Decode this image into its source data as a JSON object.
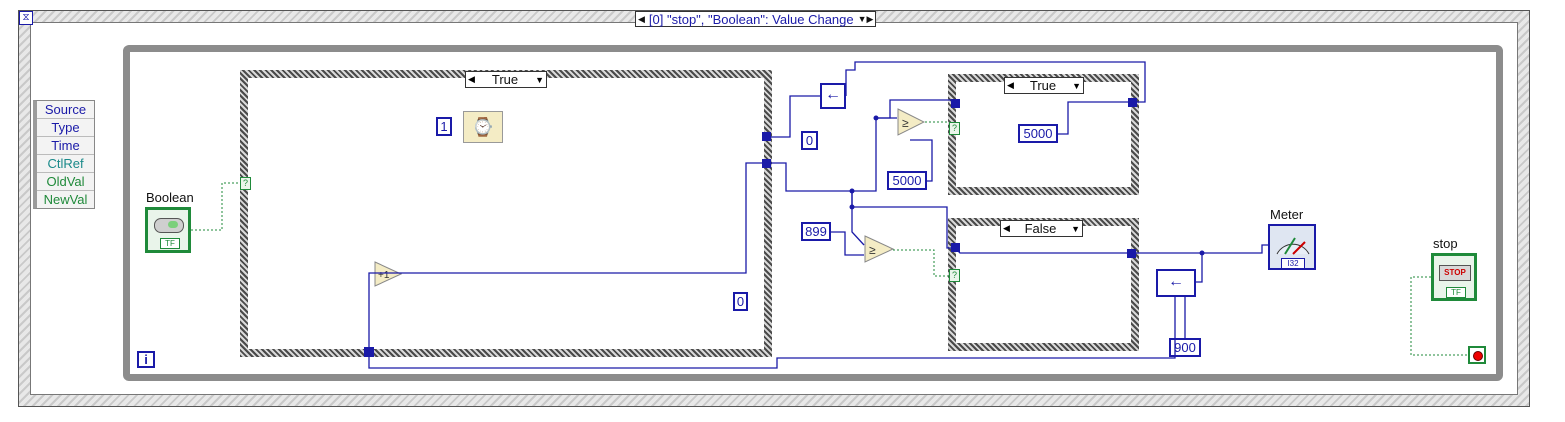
{
  "event_structure": {
    "selector_label": "[0] \"stop\", \"Boolean\": Value Change"
  },
  "event_data": {
    "fields": [
      {
        "label": "Source",
        "color": "blue"
      },
      {
        "label": "Type",
        "color": "blue"
      },
      {
        "label": "Time",
        "color": "blue"
      },
      {
        "label": "CtlRef",
        "color": "teal"
      },
      {
        "label": "OldVal",
        "color": "green"
      },
      {
        "label": "NewVal",
        "color": "green"
      }
    ]
  },
  "controls": {
    "boolean_label": "Boolean",
    "boolean_badge": "TF",
    "stop_label": "stop",
    "stop_button_text": "STOP",
    "stop_badge": "TF",
    "meter_label": "Meter",
    "meter_badge": "I32"
  },
  "loop": {
    "iteration_label": "i"
  },
  "cases": {
    "case1_value": "True",
    "case2_value": "True",
    "case3_value": "False"
  },
  "constants": {
    "wait_ms": "1",
    "zero_a": "0",
    "zero_b": "0",
    "five_thousand_a": "5000",
    "five_thousand_b": "5000",
    "eight99": "899",
    "nine_hundred": "900"
  },
  "glyphs": {
    "increment": "+1",
    "unwired": "?",
    "arrow_left": "◀",
    "arrow_right": "▶",
    "dropdown": "▼"
  }
}
